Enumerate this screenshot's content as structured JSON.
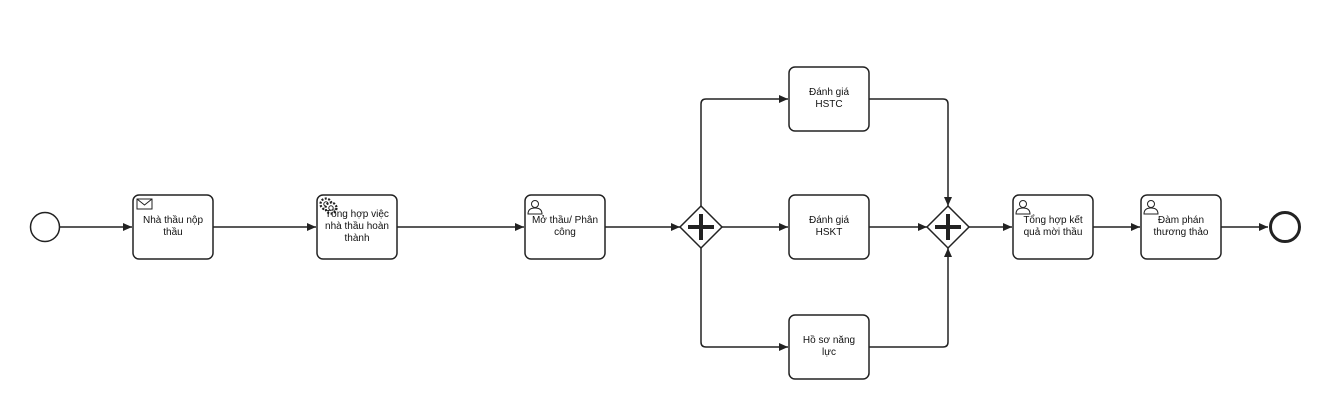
{
  "diagram": {
    "type": "bpmn-process",
    "start_event": {
      "label": ""
    },
    "end_event": {
      "label": ""
    },
    "tasks": [
      {
        "id": "t1",
        "label": "Nhà thầu nộp thầu",
        "icon": "envelope-icon"
      },
      {
        "id": "t2",
        "label": "Tổng hợp việc nhà thầu hoàn thành",
        "icon": "gears-icon"
      },
      {
        "id": "t3",
        "label": "Mở thầu/ Phân công",
        "icon": "user-icon"
      },
      {
        "id": "t4",
        "label": "Đánh giá HSTC",
        "icon": ""
      },
      {
        "id": "t5",
        "label": "Đánh giá HSKT",
        "icon": ""
      },
      {
        "id": "t6",
        "label": "Hồ sơ năng lực",
        "icon": ""
      },
      {
        "id": "t7",
        "label": "Tổng hợp kết quả mời thầu",
        "icon": "user-icon"
      },
      {
        "id": "t8",
        "label": "Đàm phán thương thảo",
        "icon": "user-icon"
      }
    ],
    "gateways": [
      {
        "id": "g1",
        "kind": "parallel-split"
      },
      {
        "id": "g2",
        "kind": "parallel-join"
      }
    ],
    "colors": {
      "stroke": "#222222",
      "fill": "#ffffff",
      "text": "#111111"
    }
  }
}
